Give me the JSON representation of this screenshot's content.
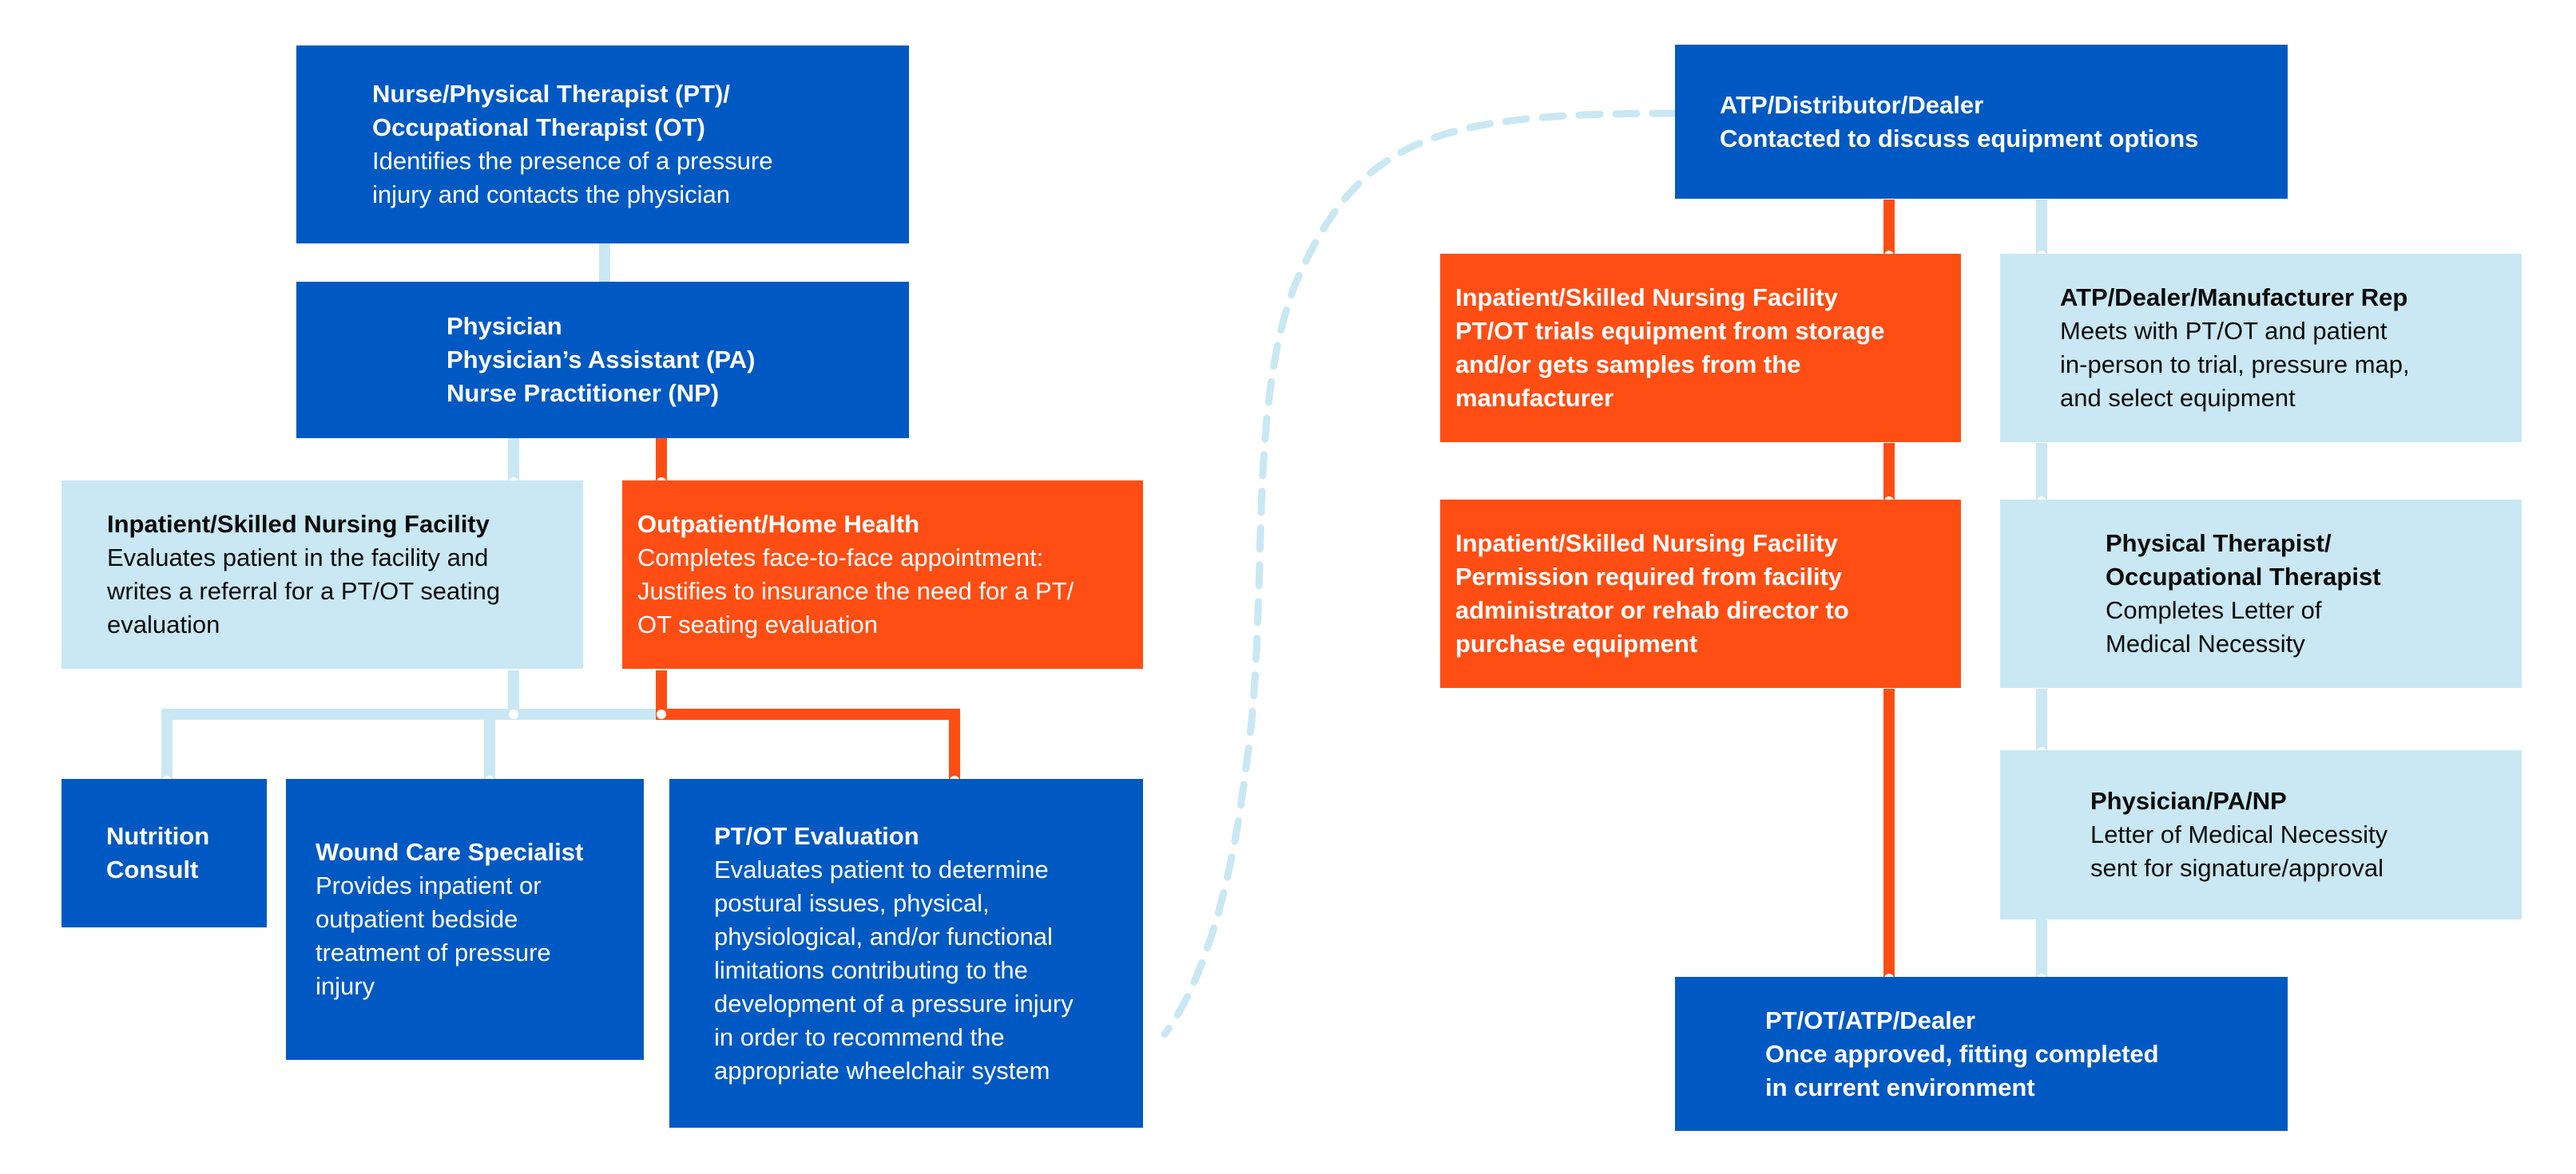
{
  "colors": {
    "dark_blue": "#0059c2",
    "light_blue": "#c9e8f3",
    "orange": "#ff4e14",
    "connector_light": "#c9e8f3",
    "connector_orange": "#ff4e14",
    "dashed_curve": "#c9e8f3"
  },
  "nodes": {
    "nurse": {
      "style": "dark",
      "lines": [
        {
          "text": "Nurse/Physical Therapist (PT)/",
          "bold": true
        },
        {
          "text": "Occupational Therapist (OT)",
          "bold": true
        },
        {
          "text": "Identifies the presence of a pressure",
          "bold": false
        },
        {
          "text": "injury and contacts the physician",
          "bold": false
        }
      ]
    },
    "physician": {
      "style": "dark",
      "lines": [
        {
          "text": "Physician",
          "bold": true
        },
        {
          "text": "Physician’s Assistant (PA)",
          "bold": true
        },
        {
          "text": "Nurse Practitioner (NP)",
          "bold": true
        }
      ]
    },
    "inpatient_eval": {
      "style": "light",
      "lines": [
        {
          "text": "Inpatient/Skilled Nursing Facility",
          "bold": true
        },
        {
          "text": "Evaluates patient in the facility and",
          "bold": false
        },
        {
          "text": "writes a referral for a PT/OT seating",
          "bold": false
        },
        {
          "text": "evaluation",
          "bold": false
        }
      ]
    },
    "outpatient": {
      "style": "orange",
      "lines": [
        {
          "text": "Outpatient/Home Health",
          "bold": true
        },
        {
          "text": "Completes face-to-face appointment:",
          "bold": false
        },
        {
          "text": "Justifies to insurance the need for a PT/",
          "bold": false
        },
        {
          "text": "OT seating evaluation",
          "bold": false
        }
      ]
    },
    "nutrition": {
      "style": "dark",
      "lines": [
        {
          "text": "Nutrition",
          "bold": true
        },
        {
          "text": "Consult",
          "bold": true
        }
      ]
    },
    "wound": {
      "style": "dark",
      "lines": [
        {
          "text": "Wound Care Specialist",
          "bold": true
        },
        {
          "text": "Provides inpatient or",
          "bold": false
        },
        {
          "text": "outpatient bedside",
          "bold": false
        },
        {
          "text": "treatment of pressure",
          "bold": false
        },
        {
          "text": "injury",
          "bold": false
        }
      ]
    },
    "ptot_eval": {
      "style": "dark",
      "lines": [
        {
          "text": "PT/OT Evaluation",
          "bold": true
        },
        {
          "text": "Evaluates patient to determine",
          "bold": false
        },
        {
          "text": "postural issues, physical,",
          "bold": false
        },
        {
          "text": "physiological, and/or functional",
          "bold": false
        },
        {
          "text": "limitations contributing to the",
          "bold": false
        },
        {
          "text": "development of a pressure injury",
          "bold": false
        },
        {
          "text": "in order to recommend the",
          "bold": false
        },
        {
          "text": "appropriate wheelchair system",
          "bold": false
        }
      ]
    },
    "atp_distributor": {
      "style": "dark",
      "lines": [
        {
          "text": "ATP/Distributor/Dealer",
          "bold": true
        },
        {
          "text": "Contacted to discuss equipment options",
          "bold": true
        }
      ]
    },
    "inpatient_trials": {
      "style": "orange",
      "lines": [
        {
          "text": "Inpatient/Skilled Nursing Facility",
          "bold": true
        },
        {
          "text": "PT/OT trials equipment from storage",
          "bold": true
        },
        {
          "text": "and/or gets samples from the",
          "bold": true
        },
        {
          "text": "manufacturer",
          "bold": true
        }
      ]
    },
    "atp_rep": {
      "style": "light",
      "lines": [
        {
          "text": "ATP/Dealer/Manufacturer Rep",
          "bold": true
        },
        {
          "text": "Meets with PT/OT and patient",
          "bold": false
        },
        {
          "text": "in-person to trial, pressure map,",
          "bold": false
        },
        {
          "text": "and select equipment",
          "bold": false
        }
      ]
    },
    "inpatient_permission": {
      "style": "orange",
      "lines": [
        {
          "text": "Inpatient/Skilled Nursing Facility",
          "bold": true
        },
        {
          "text": "Permission required from facility",
          "bold": true
        },
        {
          "text": "administrator or rehab director to",
          "bold": true
        },
        {
          "text": "purchase equipment",
          "bold": true
        }
      ]
    },
    "pt_letter": {
      "style": "light",
      "lines": [
        {
          "text": "Physical Therapist/",
          "bold": true
        },
        {
          "text": "Occupational Therapist",
          "bold": true
        },
        {
          "text": "Completes Letter of",
          "bold": false
        },
        {
          "text": "Medical Necessity",
          "bold": false
        }
      ]
    },
    "physician_letter": {
      "style": "light",
      "lines": [
        {
          "text": "Physician/PA/NP",
          "bold": true
        },
        {
          "text": "Letter of Medical Necessity",
          "bold": false
        },
        {
          "text": "sent for signature/approval",
          "bold": false
        }
      ]
    },
    "fitting": {
      "style": "dark",
      "lines": [
        {
          "text": "PT/OT/ATP/Dealer",
          "bold": true
        },
        {
          "text": "Once approved, fitting completed",
          "bold": true
        },
        {
          "text": "in current environment",
          "bold": true
        }
      ]
    }
  }
}
